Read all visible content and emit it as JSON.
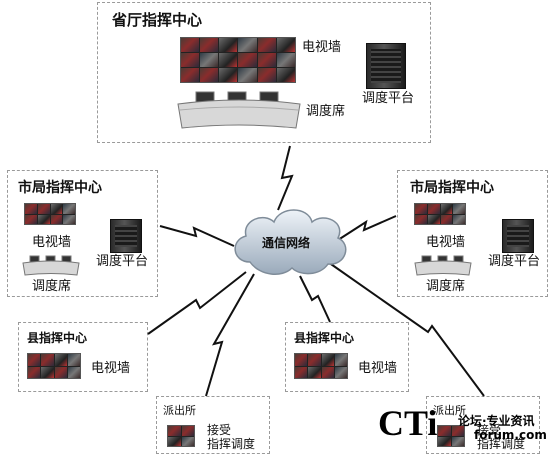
{
  "province": {
    "title": "省厅指挥中心",
    "tv_wall": "电视墙",
    "dispatch_platform": "调度平台",
    "dispatch_seat": "调度席"
  },
  "city_left": {
    "title": "市局指挥中心",
    "tv_wall": "电视墙",
    "dispatch_platform": "调度平台",
    "dispatch_seat": "调度席"
  },
  "city_right": {
    "title": "市局指挥中心",
    "tv_wall": "电视墙",
    "dispatch_platform": "调度平台",
    "dispatch_seat": "调度席"
  },
  "network": {
    "label": "通信网络"
  },
  "county_left": {
    "title": "县指挥中心",
    "tv_wall": "电视墙"
  },
  "county_right": {
    "title": "县指挥中心",
    "tv_wall": "电视墙"
  },
  "station_left": {
    "title": "派出所",
    "line1": "接受",
    "line2": "指挥调度"
  },
  "station_right": {
    "title": "派出所",
    "line1": "接受",
    "line2": "指挥调度"
  },
  "watermark": {
    "logo": "CTi",
    "line1": "论坛·专业资讯",
    "line2": "forum.com"
  }
}
